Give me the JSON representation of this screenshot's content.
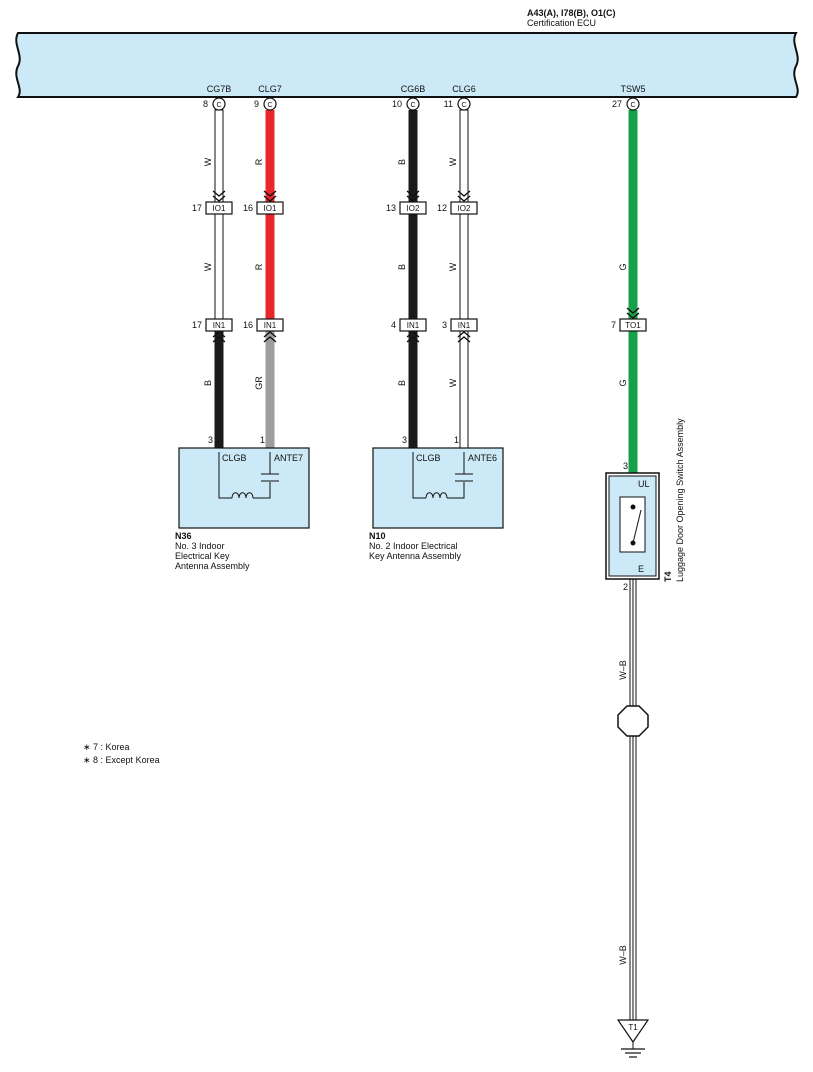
{
  "ecu": {
    "connector_ids": "A43(A), I78(B), O1(C)",
    "name": "Certification ECU",
    "color": "#cce9f7"
  },
  "terminals": [
    {
      "name": "CG7B",
      "pin": "8",
      "conn": "C"
    },
    {
      "name": "CLG7",
      "pin": "9",
      "conn": "C"
    },
    {
      "name": "CG6B",
      "pin": "10",
      "conn": "C"
    },
    {
      "name": "CLG6",
      "pin": "11",
      "conn": "C"
    },
    {
      "name": "TSW5",
      "pin": "27",
      "conn": "C"
    }
  ],
  "wire_colors": {
    "W": "#ffffff",
    "R": "#e8262b",
    "B": "#1a1a1a",
    "G": "#16a04a",
    "GR": "#9e9e9e"
  },
  "wires": [
    {
      "top": "W",
      "mid": "W",
      "bottom": "B"
    },
    {
      "top": "R",
      "mid": "R",
      "bottom": "GR"
    },
    {
      "top": "B",
      "mid": "B",
      "bottom": "B"
    },
    {
      "top": "W",
      "mid": "W",
      "bottom": "W"
    },
    {
      "top": "G",
      "bottom": "G"
    }
  ],
  "junction_io": [
    {
      "pin": "17",
      "label": "IO1"
    },
    {
      "pin": "16",
      "label": "IO1"
    },
    {
      "pin": "13",
      "label": "IO2"
    },
    {
      "pin": "12",
      "label": "IO2"
    }
  ],
  "junction_in": [
    {
      "pin": "17",
      "label": "IN1"
    },
    {
      "pin": "16",
      "label": "IN1"
    },
    {
      "pin": "4",
      "label": "IN1"
    },
    {
      "pin": "3",
      "label": "IN1"
    },
    {
      "pin": "7",
      "label": "TO1"
    }
  ],
  "antennas": [
    {
      "code": "N36",
      "pins": [
        "3",
        "1"
      ],
      "left_terminal": "CLGB",
      "right_terminal": "ANTE7",
      "desc": [
        "No.  3 Indoor",
        "Electrical Key",
        "Antenna Assembly"
      ]
    },
    {
      "code": "N10",
      "pins": [
        "3",
        "1"
      ],
      "left_terminal": "CLGB",
      "right_terminal": "ANTE6",
      "desc": [
        "No.  2 Indoor Electrical",
        "Key Antenna Assembly"
      ]
    }
  ],
  "switch": {
    "code": "T4",
    "name": "Luggage Door Opening Switch Assembly",
    "top_pin": "3",
    "top_terminal": "UL",
    "bottom_terminal": "E",
    "bottom_pin": "2"
  },
  "ground_wire_label": "W–B",
  "ground_label": "T1",
  "notes": [
    "∗ 7 : Korea",
    "∗ 8 : Except Korea"
  ]
}
